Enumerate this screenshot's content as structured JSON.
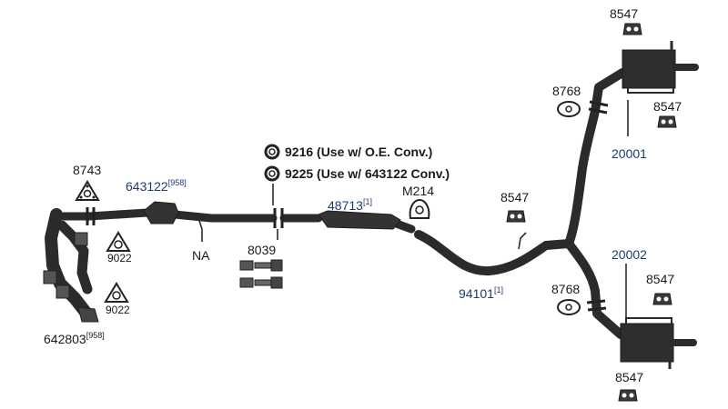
{
  "diagram": {
    "parts": {
      "p8547_top": "8547",
      "p8547_upper_right": "8547",
      "p8768_upper": "8768",
      "p20001": "20001",
      "p9216": "9216 (Use w/ O.E. Conv.)",
      "p9225": "9225 (Use w/ 643122 Conv.)",
      "p8743": "8743",
      "p643122": "643122",
      "p643122_sup": "[958]",
      "p48713": "48713",
      "p48713_sup": "[1]",
      "pM214": "M214",
      "p8547_mid": "8547",
      "pNA": "NA",
      "p8039": "8039",
      "p9022_a": "9022",
      "p9022_b": "9022",
      "p94101": "94101",
      "p94101_sup": "[1]",
      "p20002": "20002",
      "p8547_lower_right": "8547",
      "p8768_lower": "8768",
      "p642803": "642803",
      "p642803_sup": "[958]",
      "p8547_bottom": "8547"
    },
    "colors": {
      "pipe": "#2b2b2b",
      "label": "#1a1a1a",
      "label_blue": "#1f3a6e",
      "background": "#ffffff"
    }
  }
}
